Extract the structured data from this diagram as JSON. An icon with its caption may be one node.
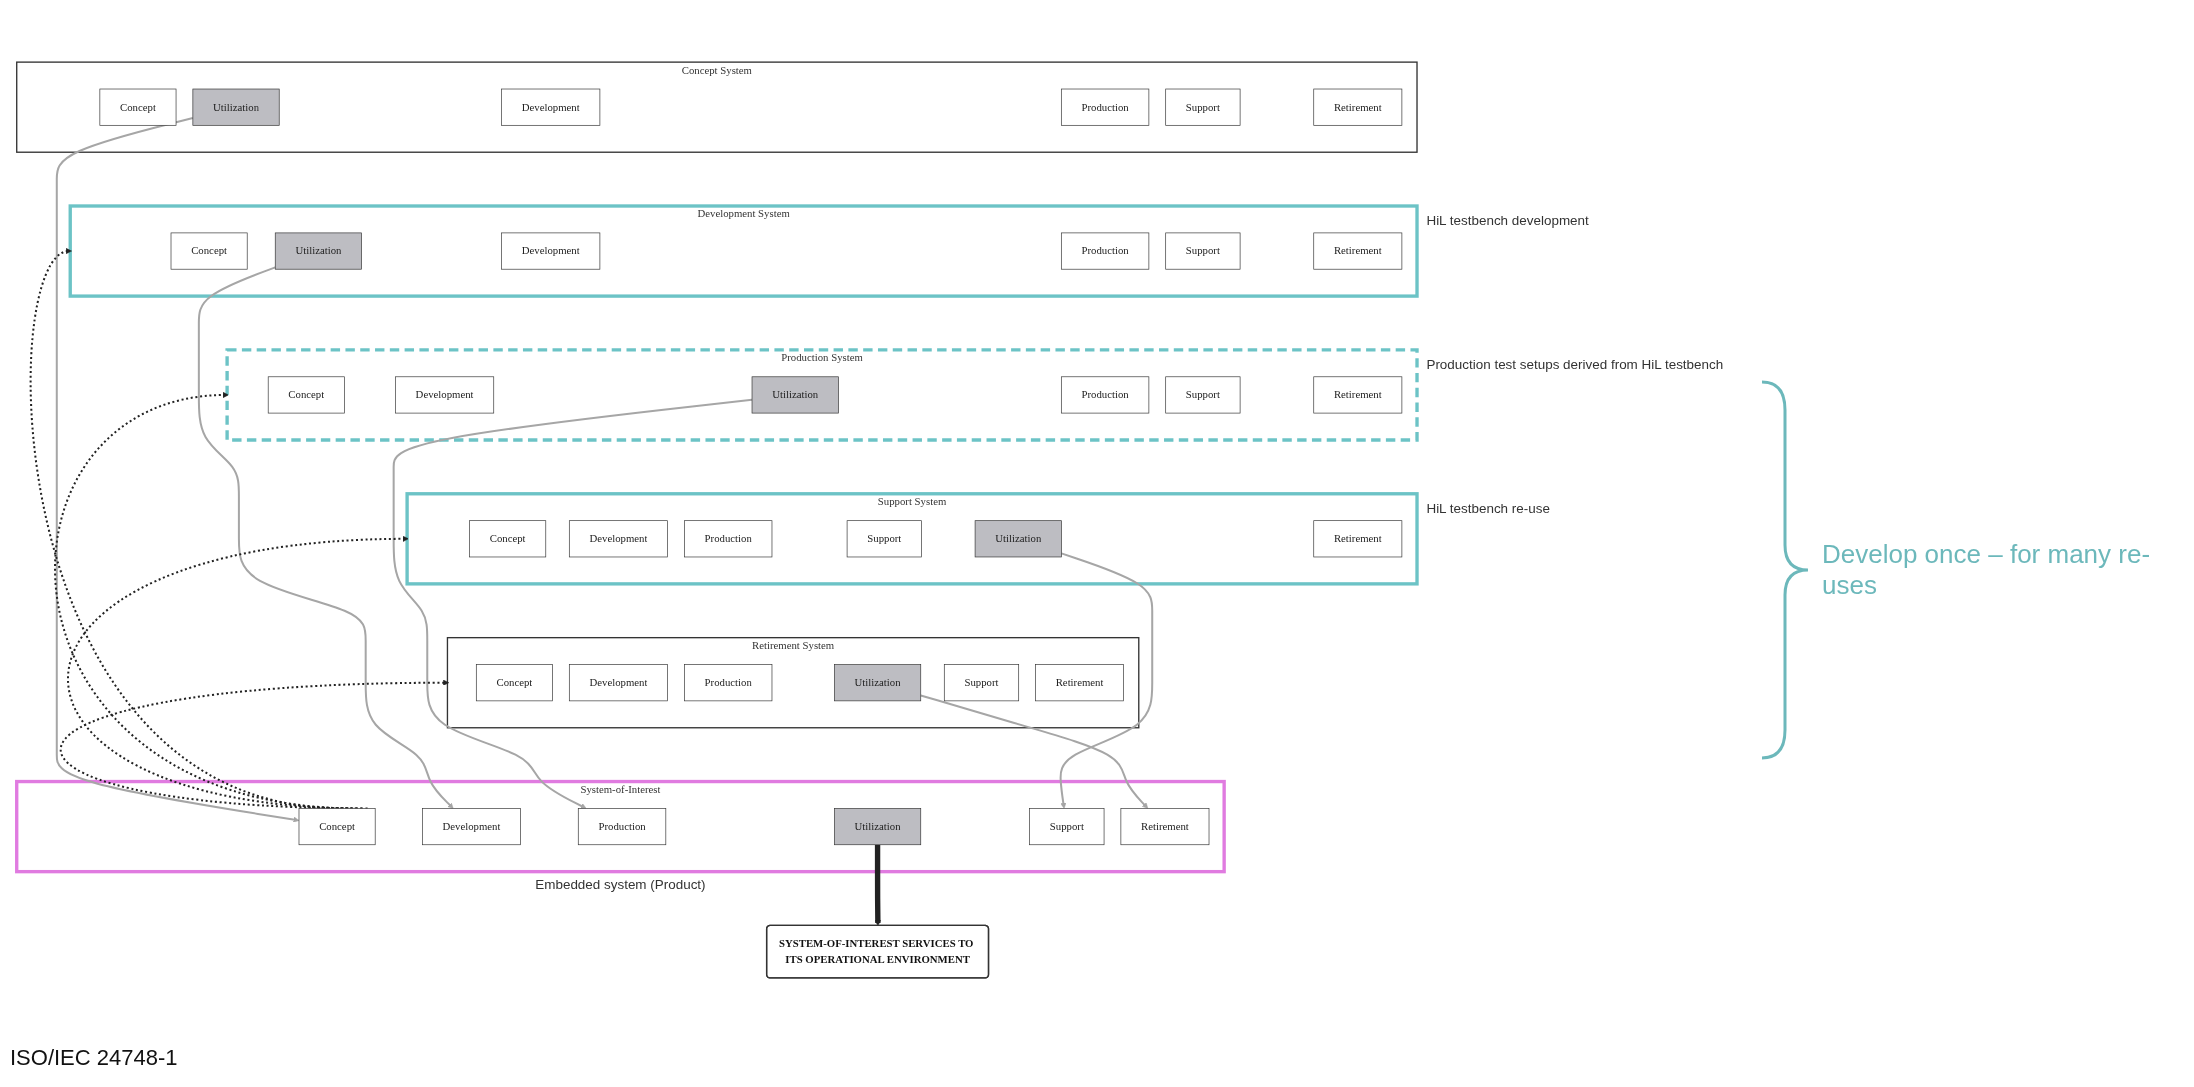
{
  "diagram": {
    "caption": "ISO/IEC 24748-1",
    "nodes": [
      {
        "text": [
          "Concept System"
        ]
      },
      {
        "text": [
          "Concept"
        ],
        "in": 0
      },
      {
        "text": [
          "Development"
        ],
        "in": 0
      },
      {
        "text": [
          "Production"
        ],
        "in": 0
      },
      {
        "text": [
          "Utilization"
        ],
        "in": 0
      },
      {
        "text": [
          "Support"
        ],
        "in": 0
      },
      {
        "text": [
          "Retirement"
        ],
        "in": 0
      },
      {
        "text": [
          "Development System"
        ],
        "beside": [
          "HiL testbench development"
        ]
      },
      {
        "text": [
          "Concept"
        ],
        "in": 7
      },
      {
        "text": [
          "Development"
        ],
        "in": 7
      },
      {
        "text": [
          "Production"
        ],
        "in": 7
      },
      {
        "text": [
          "Utilization"
        ],
        "in": 7
      },
      {
        "text": [
          "Support"
        ],
        "in": 7
      },
      {
        "text": [
          "Retirement"
        ],
        "in": 7
      },
      {
        "text": [
          "Production System"
        ],
        "beside": [
          "Production test setups derived from HiL testbench"
        ]
      },
      {
        "text": [
          "Concept"
        ],
        "in": 14
      },
      {
        "text": [
          "Development"
        ],
        "in": 14
      },
      {
        "text": [
          "Production"
        ],
        "in": 14
      },
      {
        "text": [
          "Utilization"
        ],
        "in": 14
      },
      {
        "text": [
          "Support"
        ],
        "in": 14
      },
      {
        "text": [
          "Retirement"
        ],
        "in": 14
      },
      {
        "text": [
          "Support System"
        ],
        "beside": [
          "HiL testbench re-use"
        ]
      },
      {
        "text": [
          "Concept"
        ],
        "in": 21
      },
      {
        "text": [
          "Development"
        ],
        "in": 21
      },
      {
        "text": [
          "Production"
        ],
        "in": 21
      },
      {
        "text": [
          "Utilization"
        ],
        "in": 21
      },
      {
        "text": [
          "Support"
        ],
        "in": 21
      },
      {
        "text": [
          "Retirement"
        ],
        "in": 21
      },
      {
        "text": [
          "Retirement System"
        ]
      },
      {
        "text": [
          "Concept"
        ],
        "in": 28
      },
      {
        "text": [
          "Development"
        ],
        "in": 28
      },
      {
        "text": [
          "Production"
        ],
        "in": 28
      },
      {
        "text": [
          "Utilization"
        ],
        "in": 28
      },
      {
        "text": [
          "Support"
        ],
        "in": 28
      },
      {
        "text": [
          "Retirement"
        ],
        "in": 28
      },
      {
        "text": [
          "System-of-Interest"
        ],
        "beside": [
          "Embedded system (Product)"
        ]
      },
      {
        "text": [
          "Concept"
        ],
        "in": 35
      },
      {
        "text": [
          "Development"
        ],
        "in": 35
      },
      {
        "text": [
          "Production"
        ],
        "in": 35
      },
      {
        "text": [
          "Utilization"
        ],
        "in": 35
      },
      {
        "text": [
          "Support"
        ],
        "in": 35
      },
      {
        "text": [
          "Retirement"
        ],
        "in": 35
      },
      {
        "text": [
          "SYSTEM-OF-INTEREST SERVICES TO ITS OPERATIONAL ENVIRONMENT"
        ]
      }
    ],
    "edges": [
      {
        "from": 4,
        "to": 36,
        "arrow": "to",
        "color": "#a6a6a6"
      },
      {
        "from": 11,
        "to": 37,
        "arrow": "to",
        "color": "#a6a6a6"
      },
      {
        "from": 18,
        "to": 38,
        "arrow": "to",
        "color": "#a6a6a6"
      },
      {
        "from": 25,
        "to": 40,
        "arrow": "to",
        "color": "#a6a6a6"
      },
      {
        "from": 32,
        "to": 41,
        "arrow": "to",
        "color": "#a6a6a6"
      },
      {
        "from": 36,
        "to": 7,
        "arrow": "to",
        "style": "dashed",
        "color": "#222222"
      },
      {
        "from": 36,
        "to": 14,
        "arrow": "to",
        "style": "dashed",
        "color": "#222222"
      },
      {
        "from": 36,
        "to": 21,
        "arrow": "to",
        "style": "dashed",
        "color": "#222222"
      },
      {
        "from": 36,
        "to": 28,
        "arrow": "to",
        "style": "dashed",
        "color": "#222222"
      },
      {
        "from": 39,
        "to": 42,
        "arrow": "to",
        "style": "thick",
        "color": "#222222"
      }
    ],
    "labels": [
      "Develop once – for many re-uses"
    ]
  }
}
